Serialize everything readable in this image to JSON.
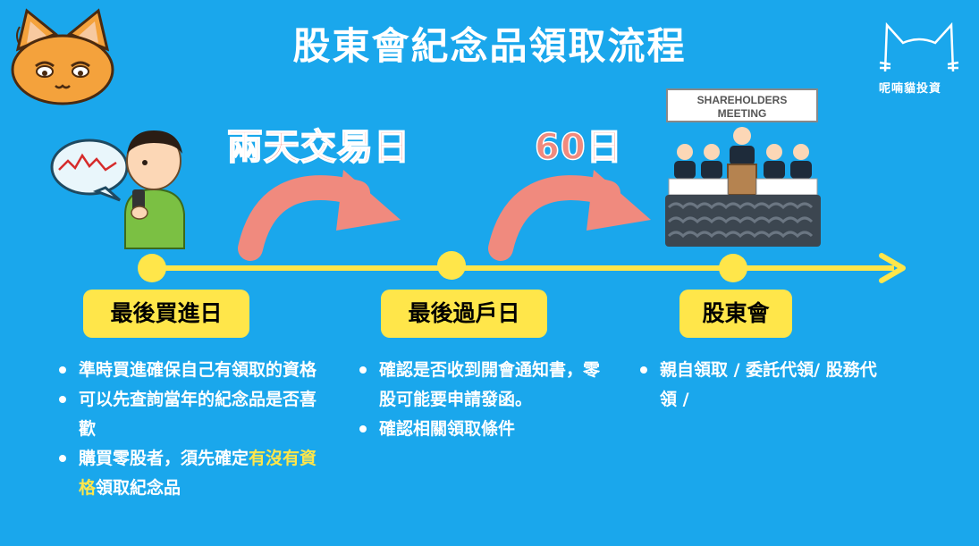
{
  "title": "股東會紀念品領取流程",
  "brand": {
    "name": "呢喃貓投資"
  },
  "intervals": [
    {
      "label": "兩天交易日"
    },
    {
      "label": "60日"
    }
  ],
  "meeting_sign": {
    "line1": "SHAREHOLDERS",
    "line2": "MEETING"
  },
  "stages": [
    {
      "label": "最後買進日",
      "bullets": [
        "準時買進確保自己有領取的資格",
        "可以先查詢當年的紀念品是否喜歡",
        {
          "before": "購買零股者，須先確定",
          "highlight": "有沒有資格",
          "after": "領取紀念品"
        }
      ]
    },
    {
      "label": "最後過戶日",
      "bullets": [
        "確認是否收到開會通知書，零股可能要申請發函。",
        "確認相關領取條件"
      ]
    },
    {
      "label": "股東會",
      "bullets": [
        "親自領取 / 委託代領/ 股務代領 /"
      ]
    }
  ],
  "colors": {
    "background": "#1aa7ec",
    "timeline": "#ffe64a",
    "stage_box": "#ffe64a",
    "arrow": "#f08a7e",
    "highlight": "#ffe64a"
  }
}
